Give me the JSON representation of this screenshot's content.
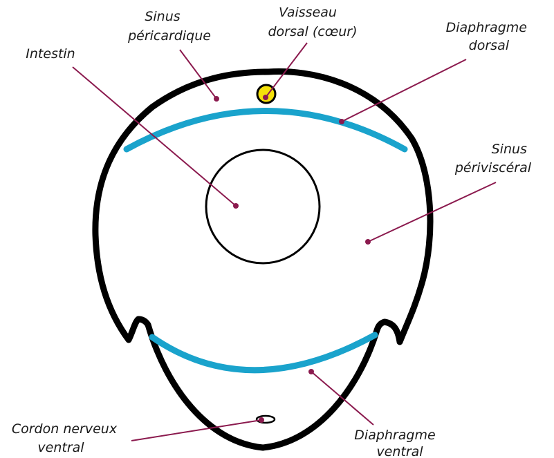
{
  "colors": {
    "outline": "#000000",
    "diaphragm": "#1aa3cc",
    "heart": "#f5e10a",
    "leader": "#8b1a4e",
    "text": "#1a1a1a"
  },
  "labels": {
    "sinus_pericardique": [
      "Sinus",
      "péricardique"
    ],
    "vaisseau_dorsal": [
      "Vaisseau",
      "dorsal (cœur)"
    ],
    "diaphragme_dorsal": [
      "Diaphragme",
      "dorsal"
    ],
    "intestin": [
      "Intestin"
    ],
    "sinus_perivisceral": [
      "Sinus",
      "périviscéral"
    ],
    "cordon_nerveux": [
      "Cordon nerveux",
      "ventral"
    ],
    "diaphragme_ventral": [
      "Diaphragme",
      "ventral"
    ]
  }
}
